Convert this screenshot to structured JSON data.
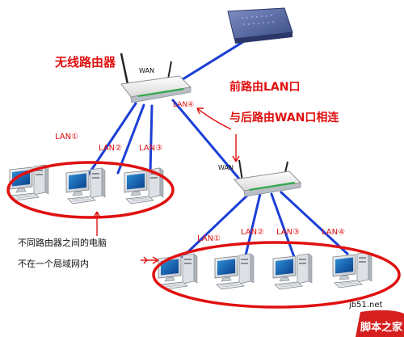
{
  "labels": {
    "wireless_router": "无线路由器",
    "wan_top": "WAN",
    "lan4_top": "LAN④",
    "front_router_lan": "前路由LAN口",
    "connect_back_wan": "与后路由WAN口相连",
    "lan1_left": "LAN①",
    "lan2_left": "LAN②",
    "lan3_left": "LAN③",
    "wan_second": "WAN",
    "lan1_right": "LAN①",
    "lan2_right": "LAN②",
    "lan3_right": "LAN③",
    "lan4_right": "LAN④",
    "note_line1": "不同路由器之间的电脑",
    "note_line2": "不在一个局域网内"
  },
  "watermark": {
    "site": "jb51.net",
    "brand": "脚本之家"
  },
  "colors": {
    "cable": "#1c3fd6",
    "annotation": "#e01010",
    "watermark_bg": "#d61f1f"
  }
}
